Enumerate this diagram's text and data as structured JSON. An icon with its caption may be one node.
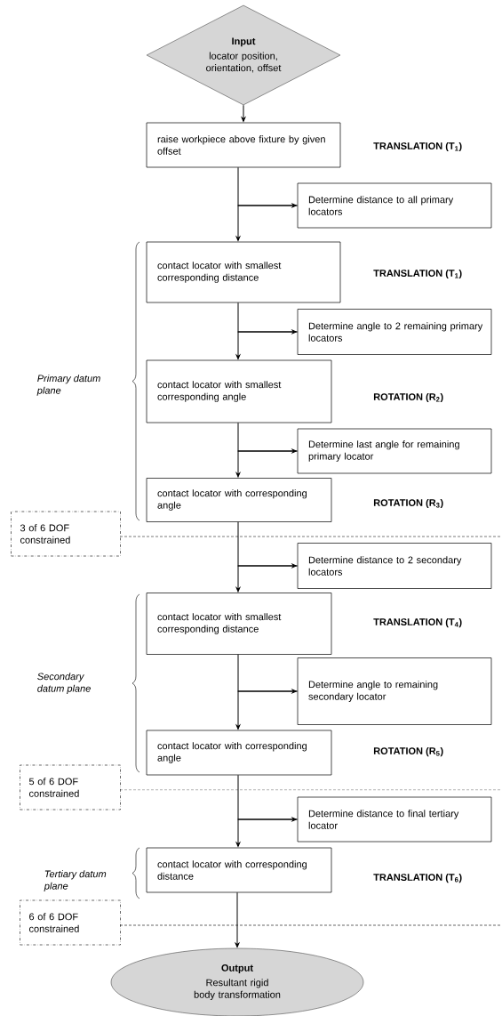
{
  "diagram": {
    "nodes": [
      {
        "text": [
          "Input",
          "locator position, orientation, offset"
        ]
      },
      {
        "text": [
          "raise workpiece above fixture by given offset"
        ]
      },
      {
        "text": [
          "Determine distance to all primary locators"
        ]
      },
      {
        "text": [
          "contact locator with smallest corresponding distance"
        ]
      },
      {
        "text": [
          "Determine angle to 2 remaining primary locators"
        ]
      },
      {
        "text": [
          "contact locator with smallest corresponding angle"
        ]
      },
      {
        "text": [
          "Determine last angle for remaining primary locator"
        ]
      },
      {
        "text": [
          "contact locator with corresponding angle"
        ]
      },
      {
        "text": [
          "Determine distance to 2 secondary locators"
        ]
      },
      {
        "text": [
          "contact locator with smallest corresponding distance"
        ]
      },
      {
        "text": [
          "Determine angle to remaining secondary locator"
        ]
      },
      {
        "text": [
          "contact locator with corresponding angle"
        ]
      },
      {
        "text": [
          "Determine distance to final tertiary locator"
        ]
      },
      {
        "text": [
          "contact locator with corresponding distance"
        ]
      },
      {
        "text": [
          "Output",
          "Resultant rigid body transformation"
        ]
      },
      {
        "text": [
          "3 of 6 DOF constrained"
        ]
      },
      {
        "text": [
          "5 of 6 DOF constrained"
        ]
      },
      {
        "text": [
          "6 of 6 DOF constrained"
        ]
      }
    ],
    "edges": [
      {
        "from": 0,
        "to": 1,
        "arrow": "to"
      },
      {
        "from": 1,
        "to": 2,
        "arrow": "to"
      },
      {
        "from": 2,
        "to": 3,
        "arrow": "to"
      },
      {
        "from": 3,
        "to": 4,
        "arrow": "to"
      },
      {
        "from": 4,
        "to": 5,
        "arrow": "to"
      },
      {
        "from": 5,
        "to": 6,
        "arrow": "to"
      },
      {
        "from": 6,
        "to": 7,
        "arrow": "to"
      },
      {
        "from": 7,
        "to": 8,
        "arrow": "to"
      },
      {
        "from": 8,
        "to": 9,
        "arrow": "to"
      },
      {
        "from": 9,
        "to": 10,
        "arrow": "to"
      },
      {
        "from": 10,
        "to": 11,
        "arrow": "to"
      },
      {
        "from": 11,
        "to": 12,
        "arrow": "to"
      },
      {
        "from": 12,
        "to": 13,
        "arrow": "to"
      },
      {
        "from": 13,
        "to": 14,
        "arrow": "to"
      }
    ],
    "labels": [
      "TRANSLATION (T$_{1}$)",
      "TRANSLATION (T$_{1}$)",
      "Primary datum plane",
      "ROTATION (R$_{2}$)",
      "ROTATION (R$_{3}$)",
      "TRANSLATION (T$_{4}$)",
      "Secondary datum plane",
      "ROTATION (R$_{5}$)",
      "Tertiary datum plane",
      "TRANSLATION (T$_{6}$)"
    ]
  }
}
